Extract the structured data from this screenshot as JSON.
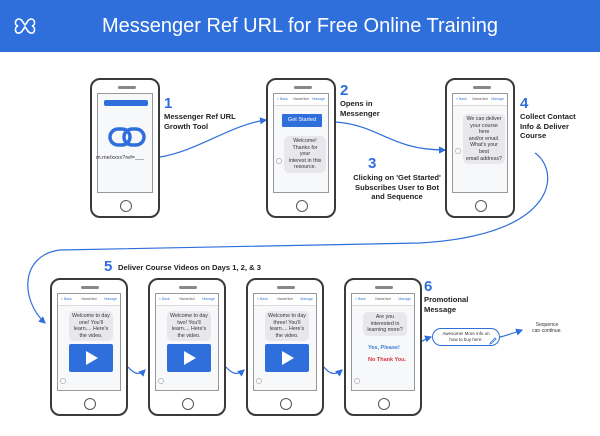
{
  "header": {
    "title": "Messenger Ref URL for Free Online Training",
    "background": "#2f6fdc",
    "logo_icon": "messenger-logo-icon"
  },
  "steps": [
    {
      "number": "1",
      "text": [
        "Messenger Ref URL",
        "Growth Tool"
      ]
    },
    {
      "number": "2",
      "text": [
        "Opens in",
        "Messenger"
      ]
    },
    {
      "number": "3",
      "text": [
        "Clicking on 'Get Started'",
        "Subscribes User to Bot",
        "and Sequence"
      ]
    },
    {
      "number": "4",
      "text": [
        "Collect Contact",
        "Info & Deliver",
        "Course"
      ]
    },
    {
      "number": "5",
      "text": [
        "Deliver Course Videos on Days 1, 2, & 3"
      ]
    },
    {
      "number": "6",
      "text": [
        "Promotional",
        "Message"
      ]
    }
  ],
  "phone1": {
    "url": "m.me/xxxx?ref=___",
    "link_icon": "chain-link-icon"
  },
  "chat": {
    "back": "< Back",
    "name": "Name/bot",
    "manage": "Manage"
  },
  "phone2": {
    "button": "Get Started",
    "bubble": [
      "Welcome!",
      "Thanks for your",
      "interest in this",
      "resource."
    ]
  },
  "phone4": {
    "bubble": [
      "We can deliver",
      "your course here",
      "and/or email.",
      "What's your best",
      "email address?"
    ]
  },
  "videos": [
    {
      "bubble": [
        "Welcome to day",
        "one! You'll",
        "learn.... Here's",
        "the video."
      ]
    },
    {
      "bubble": [
        "Welcome to day",
        "two! You'll",
        "learn.... Here's",
        "the video."
      ]
    },
    {
      "bubble": [
        "Welcome to day",
        "three! You'll",
        "learn.... Here's",
        "the video."
      ]
    }
  ],
  "phone6": {
    "bubble": [
      "Are you",
      "interested in",
      "learning more?"
    ],
    "yes": "Yes, Please!",
    "no": "No Thank You."
  },
  "promo": {
    "bubble": [
      "Awesome! More info on",
      "how to buy here:"
    ],
    "edit_icon": "pencil-icon"
  },
  "continue": [
    "Sequence",
    "can continue."
  ],
  "colors": {
    "accent": "#2f6fdc",
    "no": "#d9363e"
  }
}
